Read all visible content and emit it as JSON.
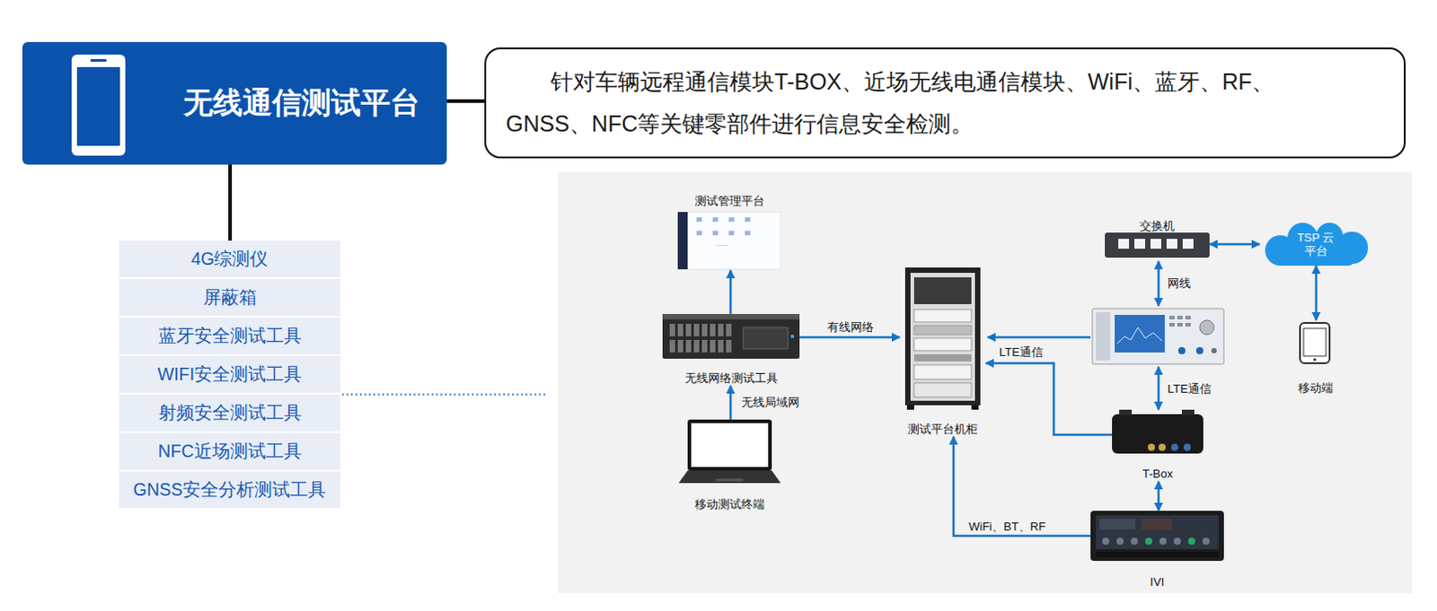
{
  "diagram": {
    "nodes": [
      {
        "text": [
          "无线通信测试平台"
        ]
      },
      {
        "text": [
          "针对车辆远程通信模块T-BOX、近场无线电通信模块、WiFi、蓝牙、RF、GNSS、NFC等关键零部件进行信息安全检测。"
        ]
      },
      {
        "text": [
          "4G综测仪"
        ]
      },
      {
        "text": [
          "屏蔽箱"
        ]
      },
      {
        "text": [
          "蓝牙安全测试工具"
        ]
      },
      {
        "text": [
          "WIFI安全测试工具"
        ]
      },
      {
        "text": [
          "射频安全测试工具"
        ]
      },
      {
        "text": [
          "NFC近场测试工具"
        ]
      },
      {
        "text": [
          "GNSS安全分析测试工具"
        ]
      },
      {
        "text": [
          "测试管理平台"
        ]
      },
      {
        "text": [
          "无线网络测试工具"
        ]
      },
      {
        "text": [
          "移动测试终端"
        ]
      },
      {
        "text": [
          "测试平台机柜"
        ]
      },
      {
        "text": [
          "交换机"
        ]
      },
      {
        "text": [
          "TSP 云平台"
        ]
      },
      {
        "text": [
          "移动端"
        ]
      },
      {
        "text": [
          "T-Box"
        ]
      },
      {
        "text": [
          "IVI"
        ]
      }
    ],
    "edges": [
      {
        "from": 0,
        "to": 1,
        "arrow": "none"
      },
      {
        "from": 0,
        "to": 2,
        "arrow": "none"
      },
      {
        "from": 10,
        "to": 9,
        "arrow": "to"
      },
      {
        "from": 10,
        "to": 12,
        "label": "有线网络",
        "arrow": "to"
      },
      {
        "from": 11,
        "to": 10,
        "label": "无线局域网",
        "arrow": "to"
      },
      {
        "from": 13,
        "to": 14,
        "arrow": "both"
      },
      {
        "from": 14,
        "to": 15,
        "arrow": "both"
      },
      {
        "from": 16,
        "to": 12,
        "label": "LTE通信",
        "arrow": "to"
      },
      {
        "from": 16,
        "to": 17,
        "arrow": "both"
      },
      {
        "from": 17,
        "to": 12,
        "label": "WiFi、BT、RF",
        "arrow": "to"
      }
    ],
    "labels": [
      "网线",
      "LTE通信"
    ]
  }
}
